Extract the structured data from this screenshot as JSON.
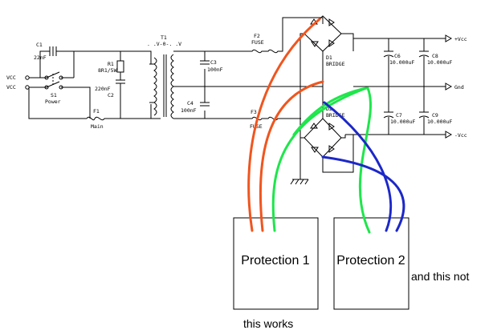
{
  "labels": {
    "c1": "C1",
    "c1_val": "22nF",
    "vcc_top": "VCC",
    "vcc_bot": "VCC",
    "s1": "S1",
    "s1_name": "Power",
    "f1": "F1",
    "f1_name": "Main",
    "r1": "R1",
    "r1_val": "8R1/5W",
    "c2_val": "220nF",
    "c2": "C2",
    "t1": "T1",
    "t1_taps": ". .V-0-. .V",
    "c3": "C3",
    "c3_val": "100nF",
    "c4": "C4",
    "c4_val": "100nF",
    "f2": "F2",
    "f2_name": "FUSE",
    "f3": "F3",
    "f3_name": "FUSE",
    "d1": "D1",
    "d1_name": "BRIDGE",
    "d2": "D2",
    "d2_name": "BRIDGE",
    "c6": "C6",
    "c6_val": "10.000uF",
    "c8": "C8",
    "c8_val": "10.000uF",
    "c7": "C7",
    "c7_val": "10.000uF",
    "c9": "C9",
    "c9_val": "10.000uF",
    "pvcc": "+Vcc",
    "gnd": "Gnd",
    "nvcc": "-Vcc"
  },
  "protection1": "Protection 1",
  "protection2": "Protection 2",
  "works_text": "this works",
  "not_text": "and this not",
  "colors": {
    "wire_orange": "#f0551e",
    "wire_green": "#1ee64b",
    "wire_blue": "#1c28c8"
  }
}
